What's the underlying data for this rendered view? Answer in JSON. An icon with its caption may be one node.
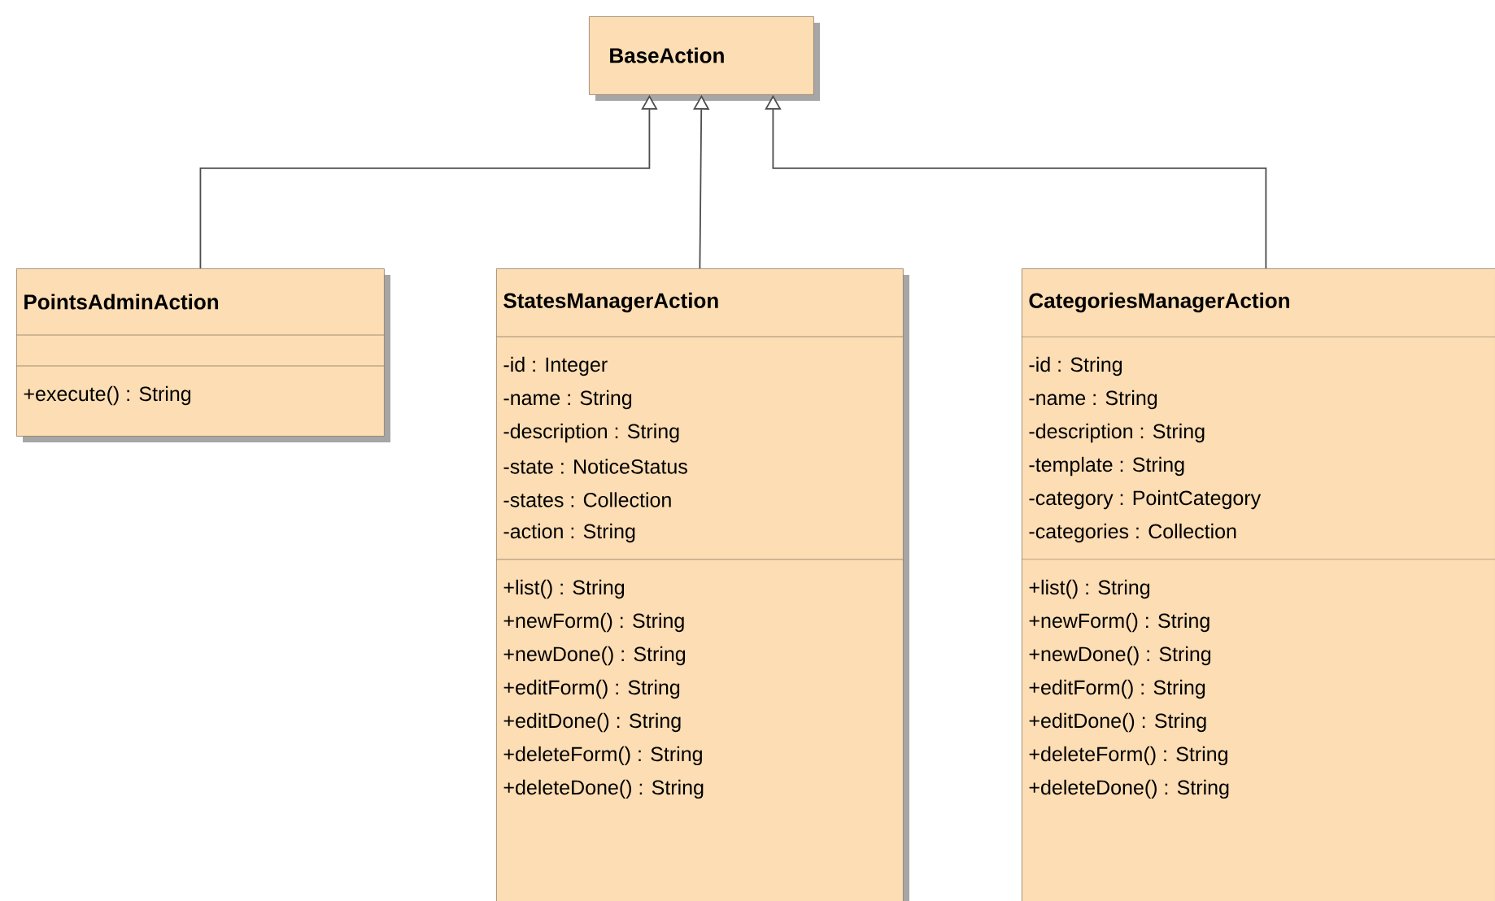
{
  "diagram": {
    "nodes": [
      {
        "text": [
          "BaseAction"
        ]
      },
      {
        "text": [
          "PointsAdminAction",
          "+execute() : String"
        ]
      },
      {
        "text": [
          "StatesManagerAction",
          "-id : Integer",
          "-name : String",
          "-description : String",
          "-state : NoticeStatus",
          "-states : Collection",
          "-action : String",
          "+list() : String",
          "+newForm() : String",
          "+newDone() : String",
          "+editForm() : String",
          "+editDone() : String",
          "+deleteForm() : String",
          "+deleteDone() : String"
        ]
      },
      {
        "text": [
          "CategoriesManagerAction",
          "-id : String",
          "-name : String",
          "-description : String",
          "-template : String",
          "-category : PointCategory",
          "-categories : Collection",
          "+list() : String",
          "+newForm() : String",
          "+newDone() : String",
          "+editForm() : String",
          "+editDone() : String",
          "+deleteForm() : String",
          "+deleteDone() : String"
        ]
      }
    ],
    "edges": [
      {
        "from": 1,
        "to": 0,
        "arrow": "to"
      },
      {
        "from": 2,
        "to": 0,
        "arrow": "to"
      },
      {
        "from": 3,
        "to": 0,
        "arrow": "to"
      }
    ]
  }
}
